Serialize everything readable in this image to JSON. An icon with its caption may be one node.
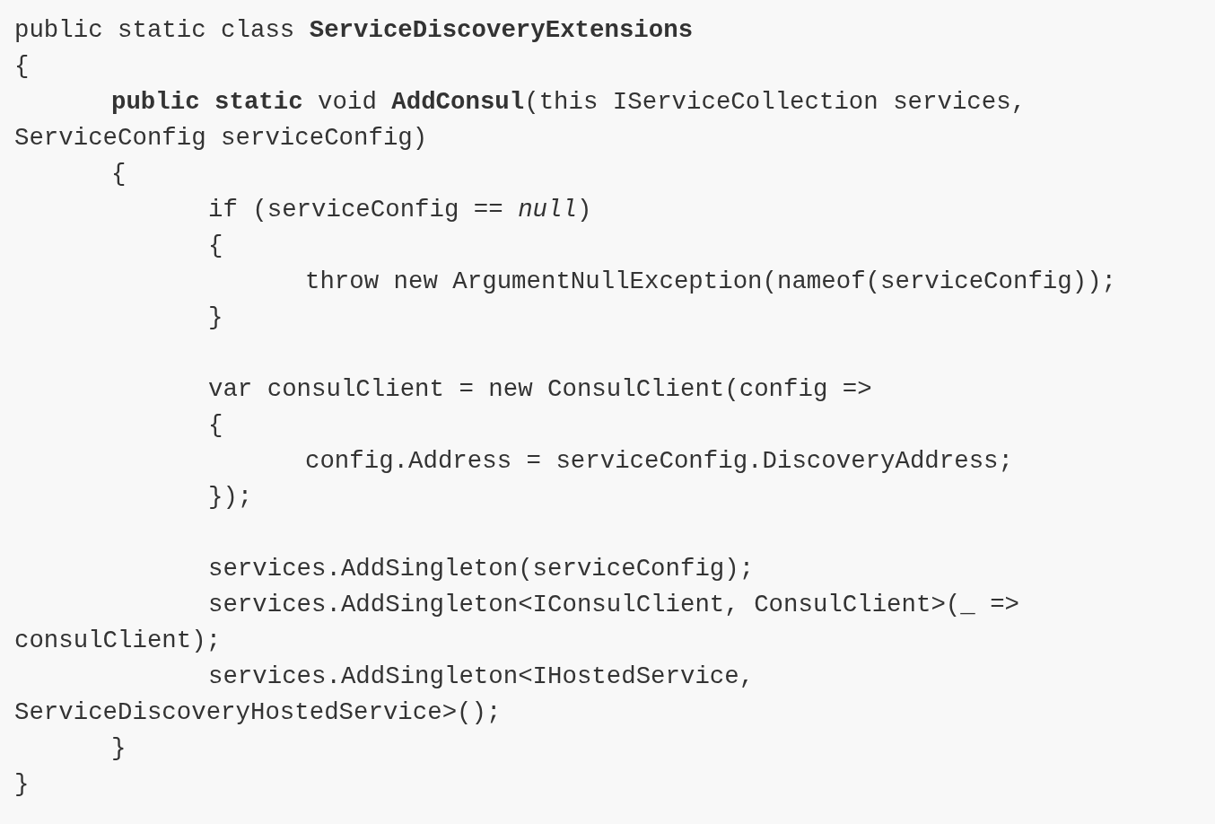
{
  "diagram": {
    "labels": [
      "public static class **ServiceDiscoveryExtensions**",
      "{",
      "**public static** void **AddConsul**(this IServiceCollection services,",
      "ServiceConfig serviceConfig)",
      "{",
      "if (serviceConfig == *null*)",
      "{",
      "throw new ArgumentNullException(nameof(serviceConfig));",
      "}",
      "var consulClient = new ConsulClient(config =>",
      "{",
      "config.Address = serviceConfig.DiscoveryAddress;",
      "});",
      "services.AddSingleton(serviceConfig);",
      "services.AddSingleton<IConsulClient, ConsulClient>(_ =>",
      "consulClient);",
      "services.AddSingleton<IHostedService,",
      "ServiceDiscoveryHostedService>();",
      "}",
      "}"
    ]
  }
}
